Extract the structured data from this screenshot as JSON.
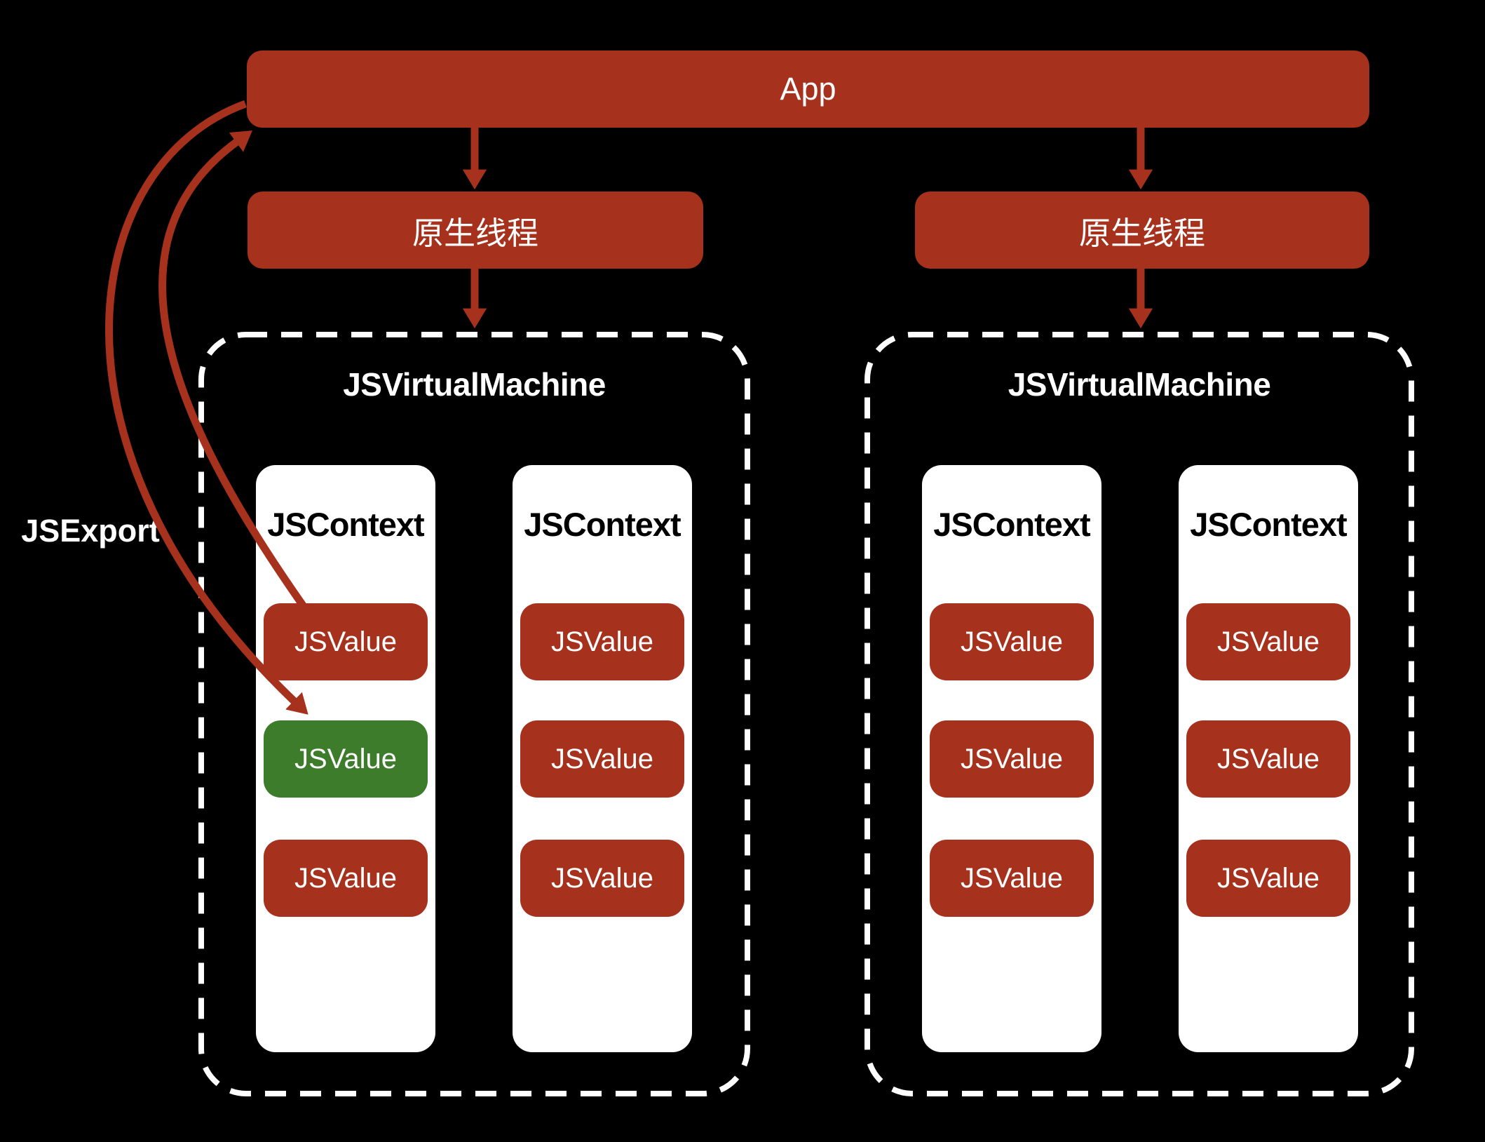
{
  "app": {
    "label": "App"
  },
  "threads": [
    {
      "label": "原生线程"
    },
    {
      "label": "原生线程"
    }
  ],
  "vms": [
    {
      "title": "JSVirtualMachine",
      "contexts": [
        {
          "title": "JSContext",
          "values": [
            "JSValue",
            "JSValue",
            "JSValue"
          ]
        },
        {
          "title": "JSContext",
          "values": [
            "JSValue",
            "JSValue",
            "JSValue"
          ]
        }
      ]
    },
    {
      "title": "JSVirtualMachine",
      "contexts": [
        {
          "title": "JSContext",
          "values": [
            "JSValue",
            "JSValue",
            "JSValue"
          ]
        },
        {
          "title": "JSContext",
          "values": [
            "JSValue",
            "JSValue",
            "JSValue"
          ]
        }
      ]
    }
  ],
  "jsexport": {
    "label": "JSExport"
  },
  "highlight": {
    "vm_index": 0,
    "context_index": 0,
    "value_index": 1
  },
  "colors": {
    "background": "#000000",
    "box_red": "#A6311D",
    "arrow_red": "#A6311D",
    "highlight_green": "#3C7C2B",
    "panel_white": "#FFFFFF",
    "text_white": "#FFFFFF",
    "text_black": "#000000"
  }
}
